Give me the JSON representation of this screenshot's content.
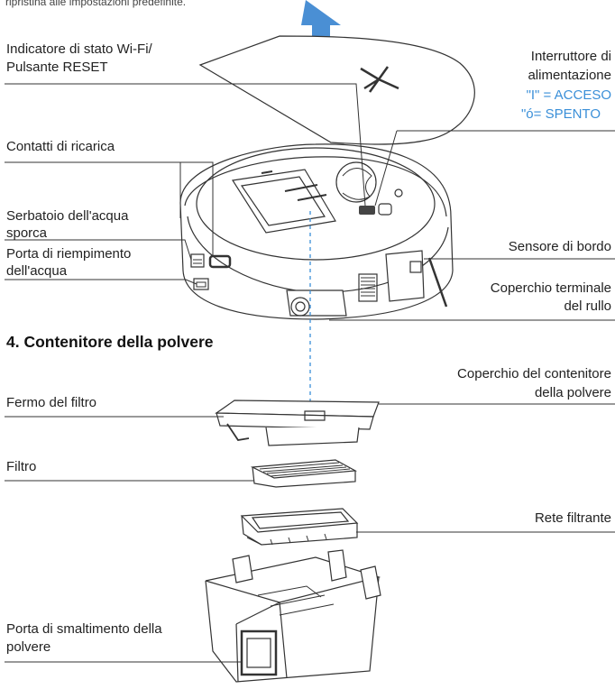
{
  "top_cut_text": "ripristina alle impostazioni predefinite.",
  "section_heading": "4. Contenitore della polvere",
  "labels": {
    "wifi_1": "Indicatore di stato Wi-Fi/",
    "wifi_2": "Pulsante RESET",
    "power_1": "Interruttore di",
    "power_2": "alimentazione",
    "power_on": "\"I\" = ACCESO",
    "power_off": "\"ó= SPENTO",
    "charging": "Contatti di ricarica",
    "dirty_1": "Serbatoio dell'acqua",
    "dirty_2": "sporca",
    "fill_1": "Porta di riempimento",
    "fill_2": "dell'acqua",
    "edge": "Sensore di bordo",
    "roller_1": "Coperchio terminale",
    "roller_2": "del rullo",
    "cover_1": "Coperchio del contenitore",
    "cover_2": "della polvere",
    "latch": "Fermo del filtro",
    "filter": "Filtro",
    "mesh": "Rete filtrante",
    "dispose_1": "Porta di smaltimento della",
    "dispose_2": "polvere"
  },
  "colors": {
    "accent": "#3a8fd8",
    "arrow": "#4a8fd4",
    "line": "#333333"
  }
}
